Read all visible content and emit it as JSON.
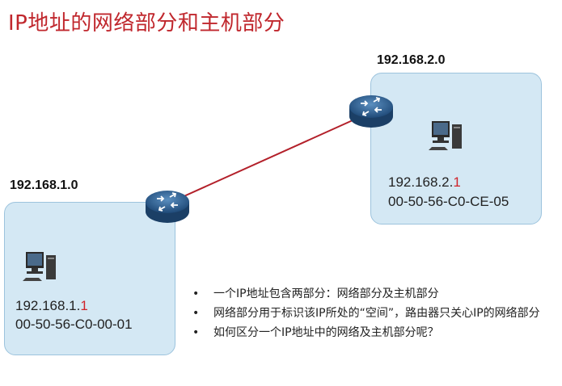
{
  "title": "IP地址的网络部分和主机部分",
  "networks": {
    "left": {
      "label": "192.168.1.0",
      "ip_network_part": "192.168.1.",
      "ip_host_part": "1",
      "mac": "00-50-56-C0-00-01"
    },
    "right": {
      "label": "192.168.2.0",
      "ip_network_part": "192.168.2.",
      "ip_host_part": "1",
      "mac": "00-50-56-C0-CE-05"
    }
  },
  "bullets": [
    "一个IP地址包含两部分：网络部分及主机部分",
    "网络部分用于标识该IP所处的“空间”，路由器只关心IP的网络部分",
    "如何区分一个IP地址中的网络及主机部分呢？"
  ],
  "colors": {
    "title": "#c0272d",
    "host_part": "#d0232b",
    "link": "#b3202a",
    "network_box": "#d4e8f4",
    "router": "#2e5f8f"
  },
  "icons": [
    "router-icon",
    "computer-icon"
  ]
}
